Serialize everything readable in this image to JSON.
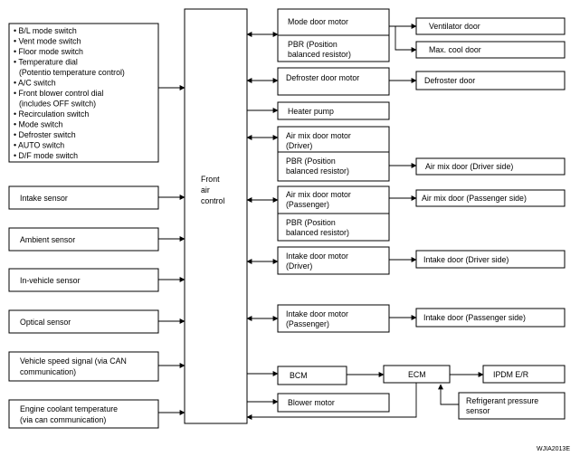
{
  "switches": [
    "• B/L mode switch",
    "• Vent mode switch",
    "• Floor mode switch",
    "• Temperature dial",
    "(Potentio temperature control)",
    "• A/C switch",
    "• Front blower control dial",
    "(includes OFF switch)",
    "• Recirculation switch",
    "• Mode switch",
    "• Defroster switch",
    "• AUTO switch",
    "• D/F mode switch"
  ],
  "inputs": {
    "intake_sensor": "Intake sensor",
    "ambient_sensor": "Ambient sensor",
    "in_vehicle_sensor": "In-vehicle sensor",
    "optical_sensor": "Optical sensor",
    "vehicle_speed_1": "Vehicle speed signal (via CAN",
    "vehicle_speed_2": "communication)",
    "engine_coolant_1": "Engine coolant temperature",
    "engine_coolant_2": "(via can communication)"
  },
  "controller": {
    "line1": "Front",
    "line2": "air",
    "line3": "control"
  },
  "actuators": {
    "mode_motor": "Mode door motor",
    "pbr_a1": "PBR (Position",
    "pbr_a2": "balanced resistor)",
    "defroster_motor": "Defroster door motor",
    "heater_pump": "Heater pump",
    "airmix_driver_1": "Air mix door motor",
    "airmix_driver_2": "(Driver)",
    "pbr_b1": "PBR (Position",
    "pbr_b2": "balanced resistor)",
    "airmix_pass_1": "Air mix door motor",
    "airmix_pass_2": "(Passenger)",
    "pbr_c1": "PBR (Position",
    "pbr_c2": "balanced resistor)",
    "intake_driver_1": "Intake door motor",
    "intake_driver_2": "(Driver)",
    "intake_pass_1": "Intake door motor",
    "intake_pass_2": "(Passenger)",
    "bcm": "BCM",
    "blower_motor": "Blower motor"
  },
  "doors": {
    "ventilator": "Ventilator door",
    "max_cool": "Max. cool door",
    "defroster": "Defroster door",
    "airmix_driver": "Air mix door (Driver side)",
    "airmix_pass": "Air mix door (Passenger side)",
    "intake_driver": "Intake door (Driver side)",
    "intake_pass": "Intake door (Passenger side)"
  },
  "network": {
    "ecm": "ECM",
    "ipdm": "IPDM E/R",
    "refrigerant_1": "Refrigerant pressure",
    "refrigerant_2": "sensor"
  },
  "figure_code": "WJIA2013E"
}
